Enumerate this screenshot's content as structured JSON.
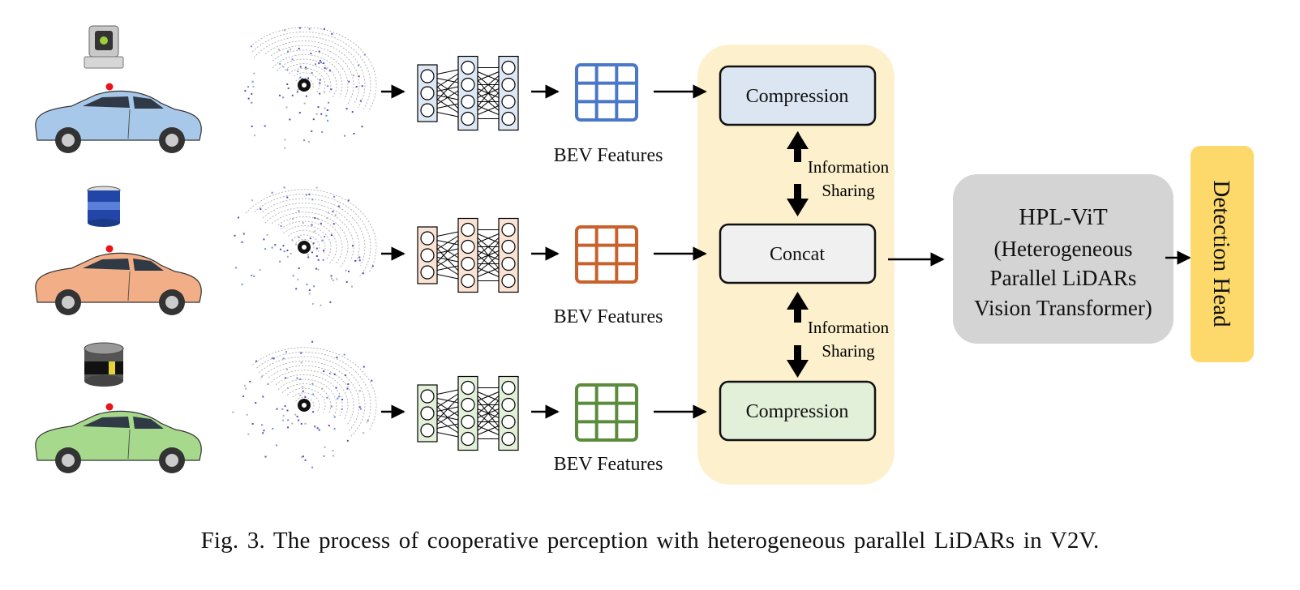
{
  "rows": [
    {
      "id": "top",
      "vehicle_color": "#a8c8ea",
      "sensor_icon": "multi-camera-lidar-sensor",
      "point_cloud": "lidar-point-cloud",
      "feature_color": "#4a78c8",
      "node_fill": "#dde8f4",
      "bev_label": "BEV Features",
      "target_label": "Compression",
      "target_fill": "#dbe6f2"
    },
    {
      "id": "middle",
      "vehicle_color": "#f2ae86",
      "sensor_icon": "rotating-lidar-sensor",
      "point_cloud": "lidar-point-cloud",
      "feature_color": "#c9622a",
      "node_fill": "#fbe3d4",
      "bev_label": "BEV Features",
      "target_label": "Concat",
      "target_fill": "#f0f0f0"
    },
    {
      "id": "bottom",
      "vehicle_color": "#a6d98c",
      "sensor_icon": "cylindrical-lidar-sensor",
      "point_cloud": "lidar-point-cloud",
      "feature_color": "#5b8c3c",
      "node_fill": "#e2efd9",
      "bev_label": "BEV Features",
      "target_label": "Compression",
      "target_fill": "#e2efd9"
    }
  ],
  "sharing": [
    {
      "line1": "Information",
      "line2": "Sharing"
    },
    {
      "line1": "Information",
      "line2": "Sharing"
    }
  ],
  "fusion_panel_color": "#fdf0cc",
  "hpl_vit": {
    "lines": [
      "HPL-ViT",
      "(Heterogeneous",
      "Parallel LiDARs",
      "Vision Transformer)"
    ],
    "fill": "#d4d4d4"
  },
  "detection_head": {
    "label": "Detection Head",
    "fill": "#fcd96a"
  },
  "caption": "Fig. 3.   The process of cooperative perception with heterogeneous parallel LiDARs in V2V."
}
